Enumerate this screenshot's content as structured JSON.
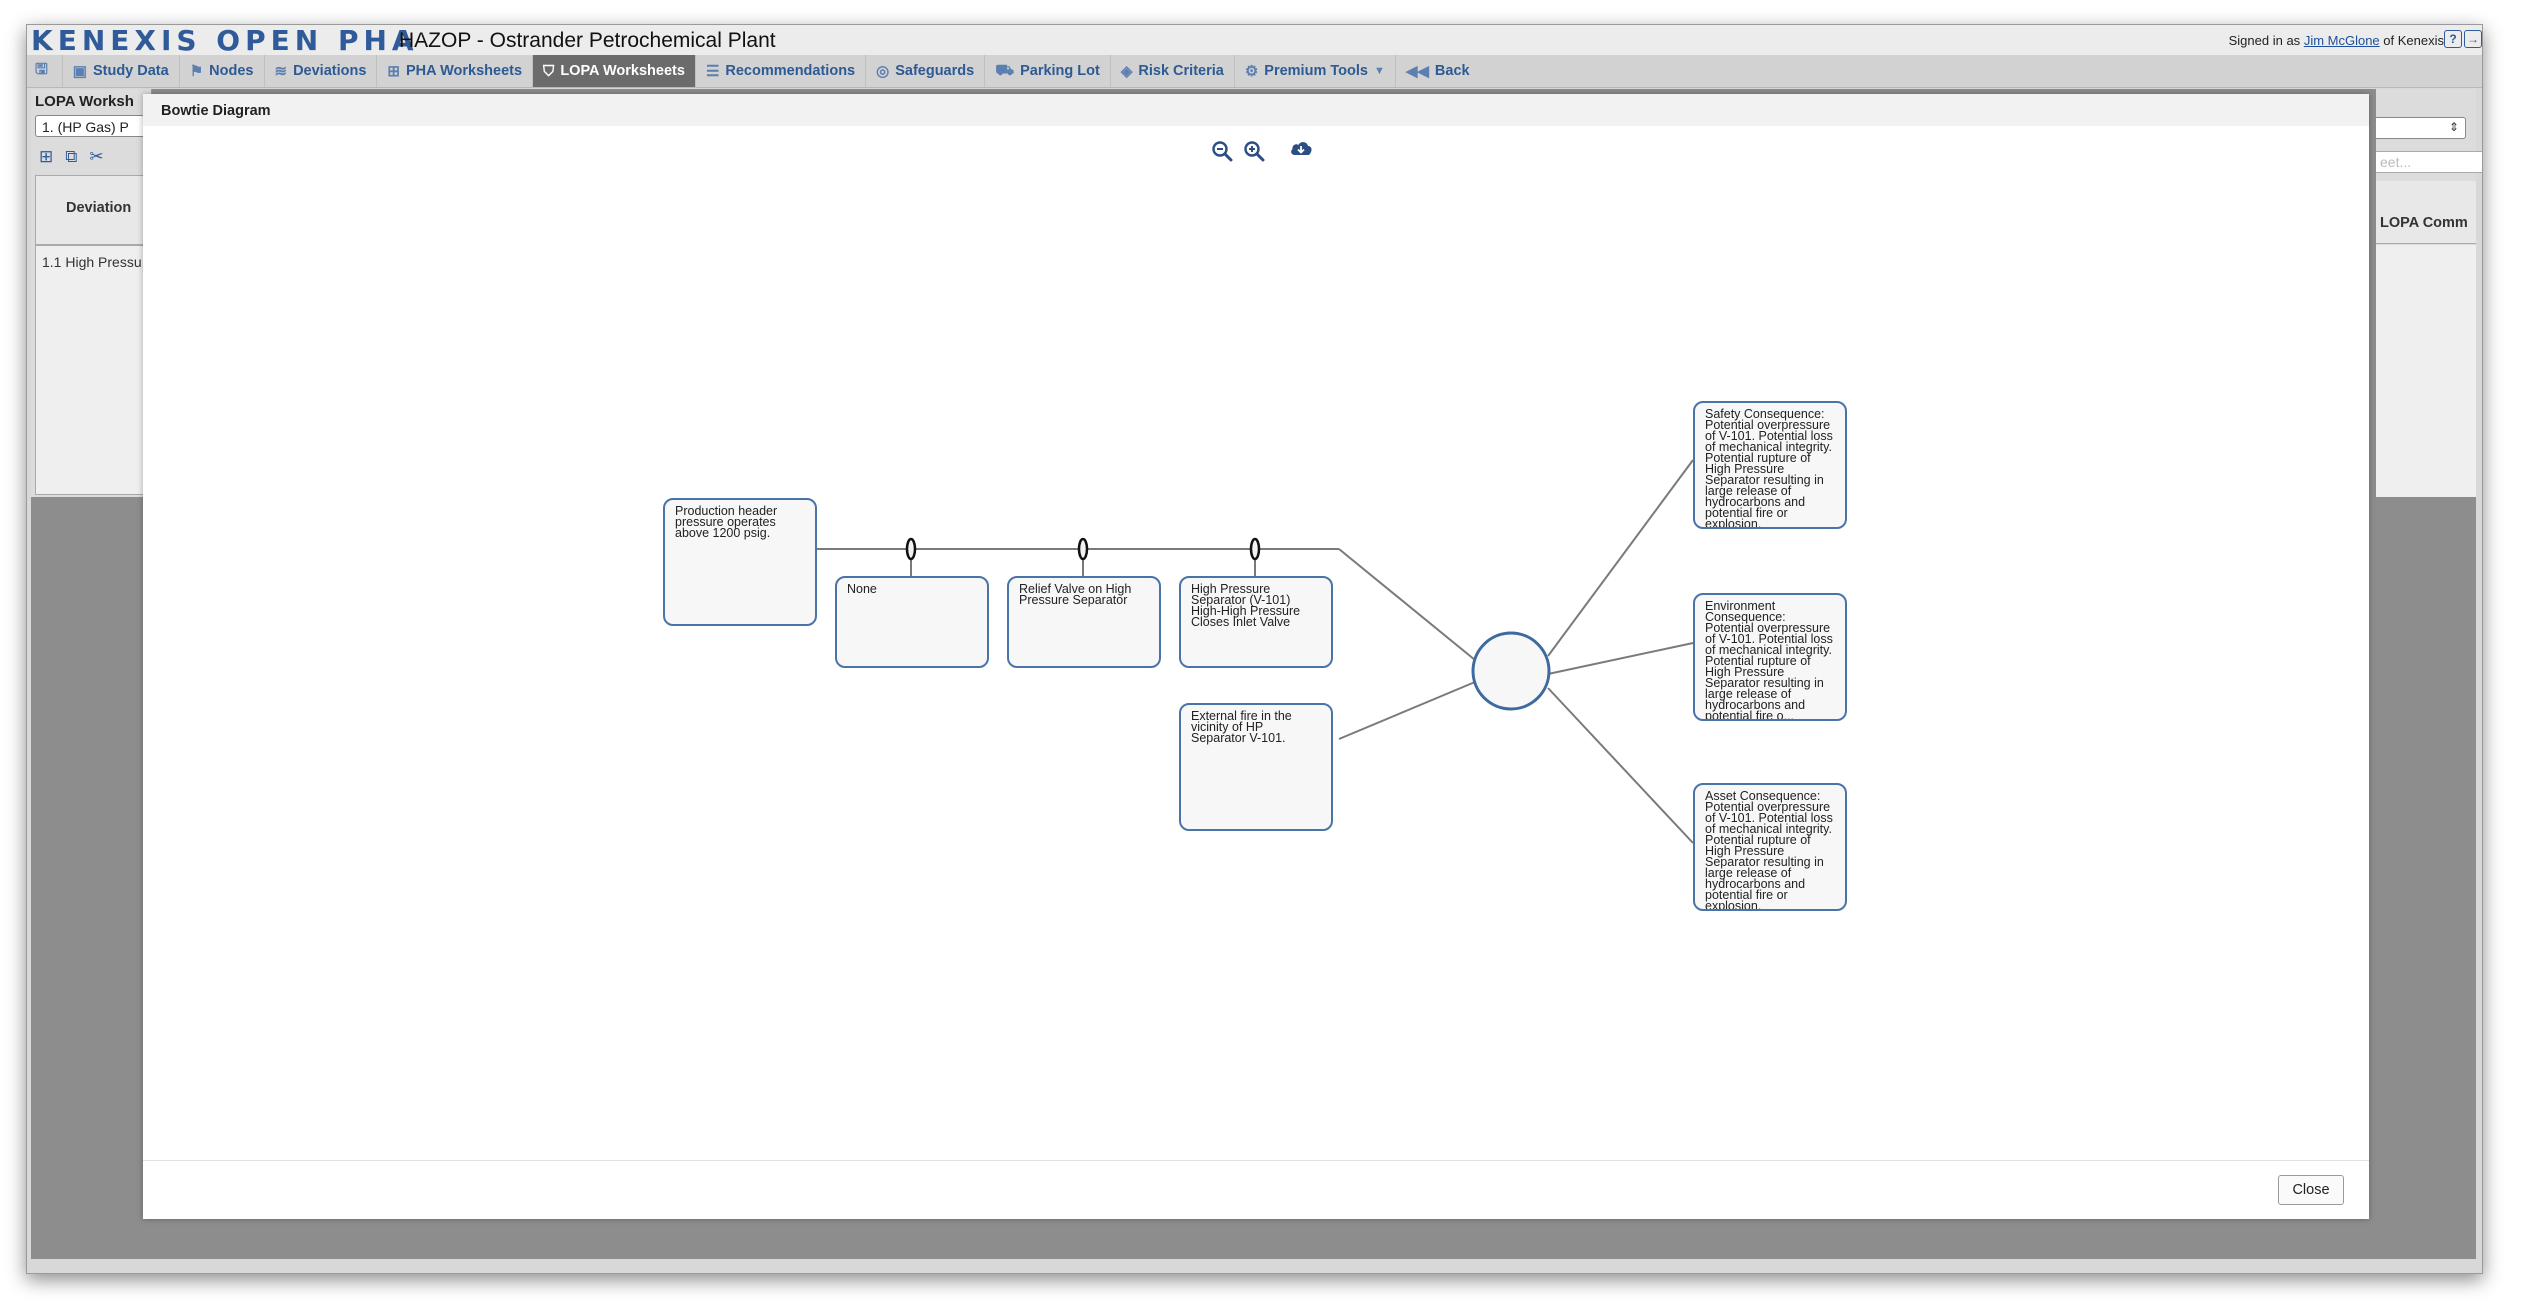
{
  "app": {
    "logo": "KENEXIS OPEN PHA",
    "study_title": "HAZOP - Ostrander Petrochemical Plant",
    "signin": {
      "prefix": "Signed in as",
      "user": "Jim McGlone",
      "suffix": "of Kenexis"
    }
  },
  "nav": {
    "items": [
      {
        "label": "Study Data",
        "icon": "id-card-icon"
      },
      {
        "label": "Nodes",
        "icon": "flag-icon"
      },
      {
        "label": "Deviations",
        "icon": "database-icon"
      },
      {
        "label": "PHA Worksheets",
        "icon": "grid-icon"
      },
      {
        "label": "LOPA Worksheets",
        "icon": "shield-icon",
        "active": true
      },
      {
        "label": "Recommendations",
        "icon": "list-icon"
      },
      {
        "label": "Safeguards",
        "icon": "lifebuoy-icon"
      },
      {
        "label": "Parking Lot",
        "icon": "car-icon"
      },
      {
        "label": "Risk Criteria",
        "icon": "cube-icon"
      },
      {
        "label": "Premium Tools",
        "icon": "gears-icon"
      },
      {
        "label": "Back",
        "icon": "rewind-icon"
      }
    ]
  },
  "background": {
    "panel_title": "LOPA Worksh",
    "selected_worksheet": "1. (HP Gas) P",
    "search_placeholder": "eet...",
    "column_deviation": "Deviation",
    "row_deviation": "1.1 High Pressu",
    "column_lopa_comments": "LOPA Comm"
  },
  "modal": {
    "title": "Bowtie Diagram",
    "close_label": "Close",
    "nodes": {
      "cause1": "Production header pressure operates above 1200 psig.",
      "ipl1": "None",
      "ipl2": "Relief Valve on High Pressure Separator",
      "ipl3": "High Pressure Separator (V-101) High-High Pressure Closes Inlet Valve",
      "cause2": "External fire in the vicinity of HP Separator V-101.",
      "conseq_safety": "Safety Consequence: Potential overpressure of V-101.  Potential loss of mechanical integrity. Potential rupture of High Pressure Separator resulting in large release of hydrocarbons and potential fire or explosion.",
      "conseq_env": "Environment Consequence:  Potential overpressure of V-101.  Potential loss of mechanical integrity. Potential rupture of High Pressure Separator resulting in large release of hydrocarbons and potential fire o...",
      "conseq_asset": "Asset Consequence: Potential overpressure of V-101.  Potential loss of mechanical integrity. Potential rupture of High Pressure Separator resulting in large release of hydrocarbons and potential fire or explosion."
    }
  },
  "colors": {
    "brand": "#2f5b9a",
    "node_border": "#4a74a8",
    "active_tab": "#6b6b6b",
    "scrollbar": "#3f6da8"
  }
}
